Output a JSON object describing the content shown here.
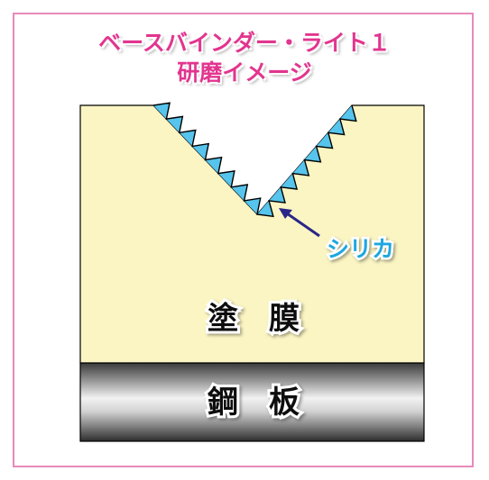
{
  "title": {
    "line1": "ベースバインダー・ライト１",
    "line2": "研磨イメージ"
  },
  "labels": {
    "silica": "シリカ",
    "coating": "塗　膜",
    "steel_plate": "鋼　板"
  },
  "colors": {
    "frame_border": "#e78ab9",
    "title_text": "#e2358f",
    "coating_fill": "#fbf5c3",
    "silica_fill": "#56c4ec",
    "silica_label": "#1fa7e0",
    "arrow": "#2a2689"
  }
}
